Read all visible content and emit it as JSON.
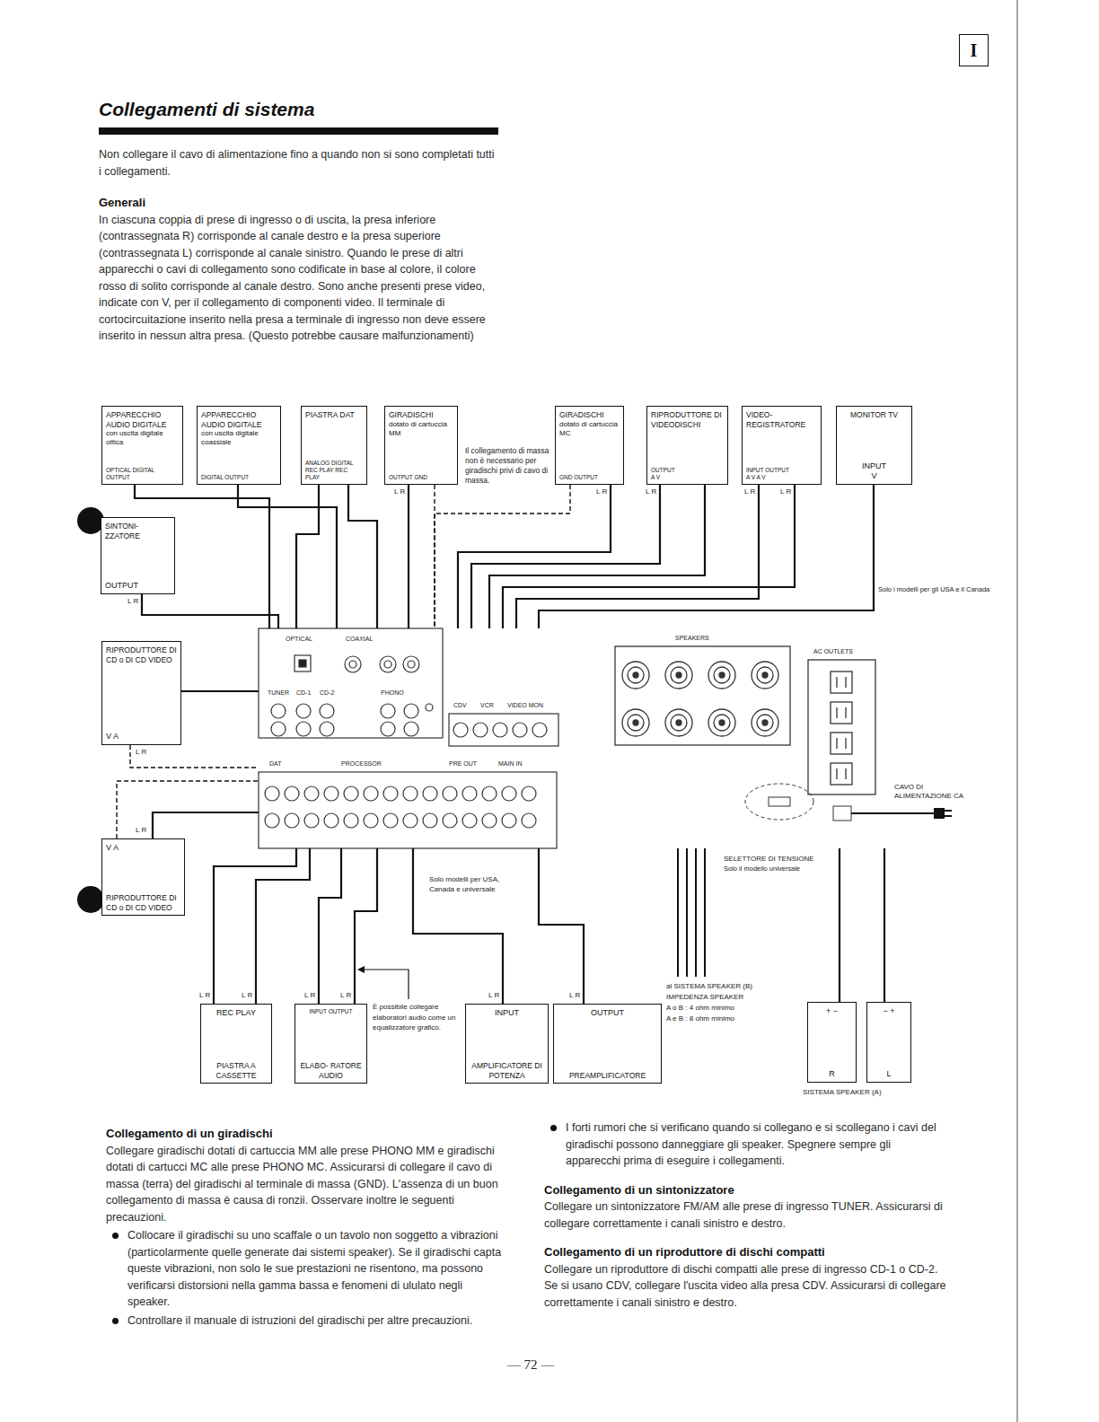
{
  "diagram": {
    "title": "Collegamenti di sistema",
    "nodes": [
      {
        "text": [
          "I"
        ]
      },
      {
        "text": [
          "APPARECCHIO AUDIO DIGITALE",
          "con uscita digitale ottica",
          "OPTICAL DIGITAL OUTPUT"
        ]
      },
      {
        "text": [
          "APPARECCHIO AUDIO DIGITALE",
          "con uscita digitale coassiale",
          "DIGITAL OUTPUT"
        ]
      },
      {
        "text": [
          "PIASTRA DAT",
          "ANALOG DIGITAL",
          "REC PLAY REC PLAY"
        ]
      },
      {
        "text": [
          "GIRADISCHI",
          "dotato di cartuccia MM",
          "OUTPUT GND"
        ]
      },
      {
        "text": [
          "GIRADISCHI",
          "dotato di cartuccia MC",
          "GND OUTPUT"
        ]
      },
      {
        "text": [
          "RIPRODUTTORE DI VIDEODISCHI",
          "OUTPUT",
          "A V"
        ]
      },
      {
        "text": [
          "VIDEO- REGISTRATORE",
          "INPUT OUTPUT",
          "A V A V"
        ]
      },
      {
        "text": [
          "MONITOR TV",
          "INPUT",
          "V"
        ]
      },
      {
        "text": [
          "SINTONI- ZZATORE",
          "OUTPUT"
        ]
      },
      {
        "text": [
          "RIPRODUTTORE DI CD o DI CD VIDEO",
          "V A"
        ]
      },
      {
        "text": [
          "OPTICAL",
          "COAXIAL",
          "TUNER",
          "CD-1",
          "CD-2",
          "PHONO",
          "CDV",
          "VCR",
          "VIDEO MON",
          "DAT",
          "PROCESSOR",
          "PRE OUT",
          "MAIN IN",
          "SPEAKERS",
          "AC OUTLETS"
        ]
      },
      {
        "text": [
          "V A",
          "RIPRODUTTORE DI CD o DI CD VIDEO"
        ]
      },
      {
        "text": [
          "REC PLAY",
          "PIASTRA A CASSETTE"
        ]
      },
      {
        "text": [
          "INPUT OUTPUT",
          "ELABO- RATORE AUDIO"
        ]
      },
      {
        "text": [
          "INPUT",
          "AMPLIFICATORE DI POTENZA"
        ]
      },
      {
        "text": [
          "OUTPUT",
          "PREAMPLIFICATORE"
        ]
      },
      {
        "text": [
          "+ −",
          "R"
        ]
      },
      {
        "text": [
          "− +",
          "L"
        ]
      }
    ],
    "edges": [
      {
        "from": 1,
        "to": 11,
        "arrow": "none"
      },
      {
        "from": 2,
        "to": 11,
        "arrow": "none"
      },
      {
        "from": 3,
        "to": 11,
        "arrow": "none"
      },
      {
        "from": 3,
        "to": 11,
        "arrow": "none"
      },
      {
        "from": 4,
        "to": 11,
        "arrow": "none"
      },
      {
        "from": 4,
        "to": 11,
        "arrow": "none"
      },
      {
        "from": 5,
        "to": 11,
        "arrow": "none"
      },
      {
        "from": 5,
        "to": 11,
        "arrow": "none"
      },
      {
        "from": 6,
        "to": 11,
        "arrow": "none"
      },
      {
        "from": 6,
        "to": 11,
        "arrow": "none"
      },
      {
        "from": 7,
        "to": 11,
        "arrow": "none"
      },
      {
        "from": 7,
        "to": 11,
        "arrow": "none"
      },
      {
        "from": 8,
        "to": 11,
        "arrow": "none"
      },
      {
        "from": 9,
        "to": 11,
        "arrow": "none"
      },
      {
        "from": 10,
        "to": 11,
        "arrow": "none"
      },
      {
        "from": 10,
        "to": 11,
        "arrow": "none"
      },
      {
        "from": 12,
        "to": 11,
        "arrow": "none"
      },
      {
        "from": 12,
        "to": 11,
        "arrow": "none"
      },
      {
        "from": 13,
        "to": 11,
        "arrow": "none"
      },
      {
        "from": 13,
        "to": 11,
        "arrow": "none"
      },
      {
        "from": 14,
        "to": 11,
        "arrow": "none"
      },
      {
        "from": 14,
        "to": 11,
        "arrow": "none"
      },
      {
        "from": 15,
        "to": 11,
        "arrow": "none"
      },
      {
        "from": 16,
        "to": 11,
        "arrow": "none"
      },
      {
        "from": 17,
        "to": 11,
        "arrow": "none"
      },
      {
        "from": 18,
        "to": 11,
        "arrow": "none"
      }
    ],
    "labels": [
      "Non collegare il cavo di alimentazione fino a quando non si sono completati tutti i collegamenti.",
      "Generali",
      "In ciascuna coppia di prese di ingresso o di uscita, la presa inferiore (contrassegnata R) corrisponde al canale destro e la presa superiore (contrassegnata L) corrisponde al canale sinistro. Quando le prese di altri apparecchi o cavi di collegamento sono codificate in base al colore, il colore rosso di solito corrisponde al canale destro. Sono anche presenti prese video, indicate con V, per il collegamento di componenti video. Il terminale di cortocircuitazione inserito nella presa a terminale di ingresso non deve essere inserito in nessun altra presa. (Questo potrebbe causare malfunzionamenti)",
      "Il collegamento di massa non è necessario per giradischi privi di cavo di massa.",
      "L R",
      "L R",
      "L R",
      "L R",
      "L R",
      "L R",
      "Solo i modelli per gli USA e il Canada",
      "L R",
      "L R",
      "CAVO DI ALIMENTAZIONE CA",
      "SELETTORE DI TENSIONE",
      "Solo il modello universale",
      "Solo modelli per USA, Canada e universale",
      "L R",
      "L R",
      "L R",
      "L R",
      "È possibile collegare elaboratori audio come un equalizzatore grafico.",
      "L R",
      "L R",
      "al SISTEMA SPEAKER (B)",
      "IMPEDENZA SPEAKER",
      "A o B : 4 ohm minimo",
      "A e B : 8 ohm minimo",
      "SISTEMA SPEAKER (A)",
      "Collegamento di un giradischi",
      "Collegare giradischi dotati di cartuccia MM alle prese PHONO MM e giradischi dotati di cartucci MC alle prese PHONO MC. Assicurarsi di collegare il cavo di massa (terra) del giradischi al terminale di massa (GND). L'assenza di un buon collegamento di massa è causa di ronzii. Osservare inoltre le seguenti precauzioni.",
      "Collocare il giradischi su uno scaffale o un tavolo non soggetto a vibrazioni (particolarmente quelle generate dai sistemi speaker). Se il giradischi capta queste vibrazioni, non solo le sue prestazioni ne risentono, ma possono verificarsi distorsioni nella gamma bassa e fenomeni di ululato negli speaker.",
      "Controllare il manuale di istruzioni del giradischi per altre precauzioni.",
      "I forti rumori che si verificano quando si collegano e si scollegano i cavi del giradischi possono danneggiare gli speaker. Spegnere sempre gli apparecchi prima di eseguire i collegamenti.",
      "Collegamento di un sintonizzatore",
      "Collegare un sintonizzatore FM/AM alle prese di ingresso TUNER. Assicurarsi di collegare correttamente i canali sinistro e destro.",
      "Collegamento di un riproduttore di dischi compatti",
      "Collegare un riproduttore di dischi compatti alle prese di ingresso CD-1 o CD-2. Se si usano CDV, collegare l'uscita video alla presa CDV. Assicurarsi di collegare correttamente i canali sinistro e destro.",
      "— 72 —"
    ]
  }
}
